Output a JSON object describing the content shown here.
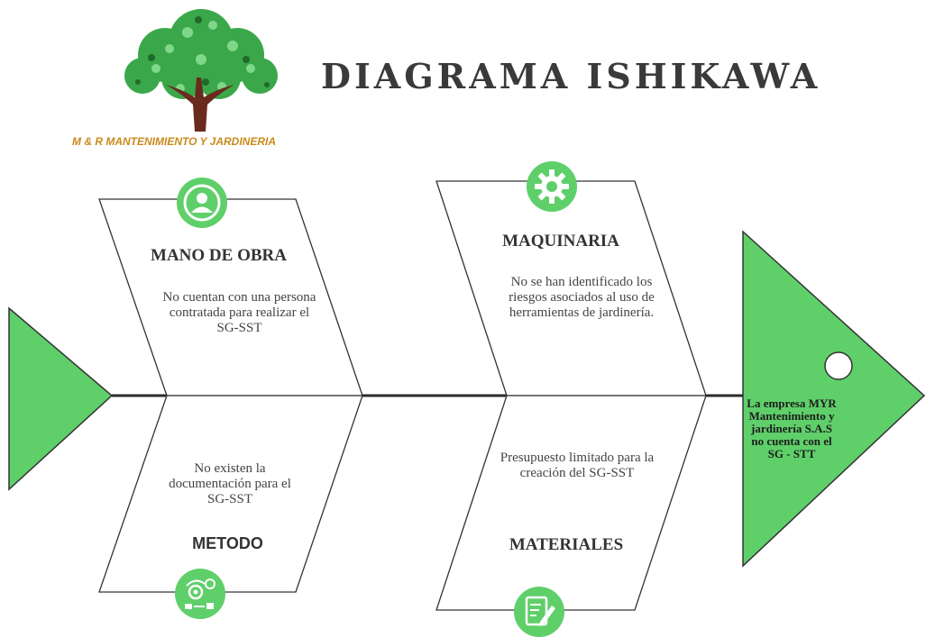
{
  "title": "DIAGRAMA ISHIKAWA",
  "logo": {
    "text": "M & R MANTENIMIENTO Y JARDINERIA",
    "icon": "tree-hands-icon"
  },
  "colors": {
    "accent": "#5fcf6a",
    "spine": "#2b2b2b",
    "outline": "#333333"
  },
  "problem": {
    "text": "La empresa MYR Mantenimiento y jardinería S.A.S no cuenta con el SG - STT"
  },
  "categories": {
    "mano_de_obra": {
      "label": "MANO DE OBRA",
      "description": "No cuentan con una persona contratada  para realizar el SG-SST",
      "icon": "person-icon"
    },
    "maquinaria": {
      "label": "MAQUINARIA",
      "description": "No se han identificado los riesgos asociados al uso de herramientas de jardinería.",
      "icon": "gear-icon"
    },
    "metodo": {
      "label": "METODO",
      "description": "No existen la documentación para el SG-SST",
      "icon": "process-icon"
    },
    "materiales": {
      "label": "MATERIALES",
      "description": "Presupuesto limitado para la creación del SG-SST",
      "icon": "document-pen-icon"
    }
  }
}
